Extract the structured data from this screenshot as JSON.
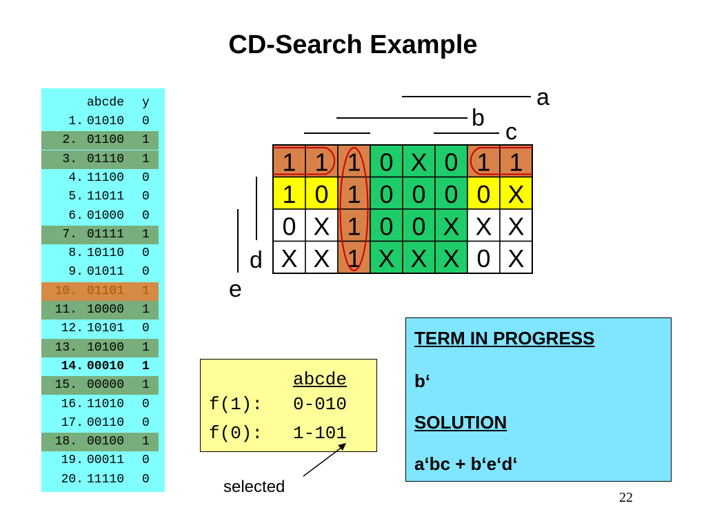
{
  "title": "CD-Search Example",
  "truth_table": {
    "header": {
      "vars": "abcde",
      "y": "y"
    },
    "rows": [
      {
        "n": "1.",
        "v": "01010",
        "y": "0",
        "hl": ""
      },
      {
        "n": "2.",
        "v": "01100",
        "y": "1",
        "hl": "green"
      },
      {
        "n": "3.",
        "v": "01110",
        "y": "1",
        "hl": "green"
      },
      {
        "n": "4.",
        "v": "11100",
        "y": "0",
        "hl": ""
      },
      {
        "n": "5.",
        "v": "11011",
        "y": "0",
        "hl": ""
      },
      {
        "n": "6.",
        "v": "01000",
        "y": "0",
        "hl": ""
      },
      {
        "n": "7.",
        "v": "01111",
        "y": "1",
        "hl": "green"
      },
      {
        "n": "8.",
        "v": "10110",
        "y": "0",
        "hl": ""
      },
      {
        "n": "9.",
        "v": "01011",
        "y": "0",
        "hl": ""
      },
      {
        "n": "10.",
        "v": "01101",
        "y": "1",
        "hl": "orange"
      },
      {
        "n": "11.",
        "v": "10000",
        "y": "1",
        "hl": "green"
      },
      {
        "n": "12.",
        "v": "10101",
        "y": "0",
        "hl": ""
      },
      {
        "n": "13.",
        "v": "10100",
        "y": "1",
        "hl": "green"
      },
      {
        "n": "14.",
        "v": "00010",
        "y": "1",
        "hl": "bold"
      },
      {
        "n": "15.",
        "v": "00000",
        "y": "1",
        "hl": "green"
      },
      {
        "n": "16.",
        "v": "11010",
        "y": "0",
        "hl": ""
      },
      {
        "n": "17.",
        "v": "00110",
        "y": "0",
        "hl": ""
      },
      {
        "n": "18.",
        "v": "00100",
        "y": "1",
        "hl": "green"
      },
      {
        "n": "19.",
        "v": "00011",
        "y": "0",
        "hl": ""
      },
      {
        "n": "20.",
        "v": "11110",
        "y": "0",
        "hl": ""
      }
    ]
  },
  "kmap": {
    "var_labels": {
      "a": "a",
      "b": "b",
      "c": "c",
      "d": "d",
      "e": "e"
    },
    "cells": [
      [
        "1",
        "1",
        "1",
        "0",
        "X",
        "0",
        "1",
        "1"
      ],
      [
        "1",
        "0",
        "1",
        "0",
        "0",
        "0",
        "0",
        "X"
      ],
      [
        "0",
        "X",
        "1",
        "0",
        "0",
        "X",
        "X",
        "X"
      ],
      [
        "X",
        "X",
        "1",
        "X",
        "X",
        "X",
        "0",
        "X"
      ]
    ],
    "colors": {
      "orange": "#d8824a",
      "yellow": "#ffff00",
      "green": "#1fcc6a",
      "white": "#ffffff",
      "circle": "#cc0000"
    }
  },
  "fbox": {
    "header": "abcde",
    "f1_label": "f(1):",
    "f1_value": "0-010",
    "f0_label": "f(0):",
    "f0_value": "1-101"
  },
  "selected_label": "selected",
  "term_box": {
    "term_heading": "TERM IN PROGRESS",
    "term_value": "b‘",
    "solution_heading": "SOLUTION",
    "solution_value": "a‘bc + b‘e‘d‘"
  },
  "page_number": "22"
}
